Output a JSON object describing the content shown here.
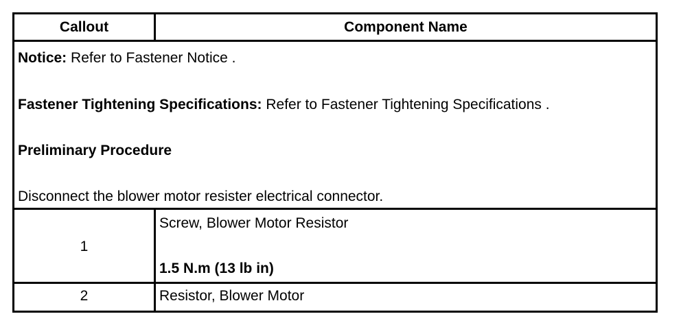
{
  "header": {
    "callout": "Callout",
    "component_name": "Component Name"
  },
  "notes": {
    "notice_label": "Notice:",
    "notice_text": " Refer to Fastener Notice .",
    "fastener_label": "Fastener Tightening Specifications:",
    "fastener_text": " Refer to Fastener Tightening Specifications .",
    "preliminary_heading": "Preliminary Procedure",
    "preliminary_step": "Disconnect the blower motor resister electrical connector."
  },
  "rows": [
    {
      "callout": "1",
      "name": "Screw, Blower Motor Resistor",
      "spec": "1.5 N.m (13 lb in)"
    },
    {
      "callout": "2",
      "name": "Resistor, Blower Motor"
    }
  ]
}
